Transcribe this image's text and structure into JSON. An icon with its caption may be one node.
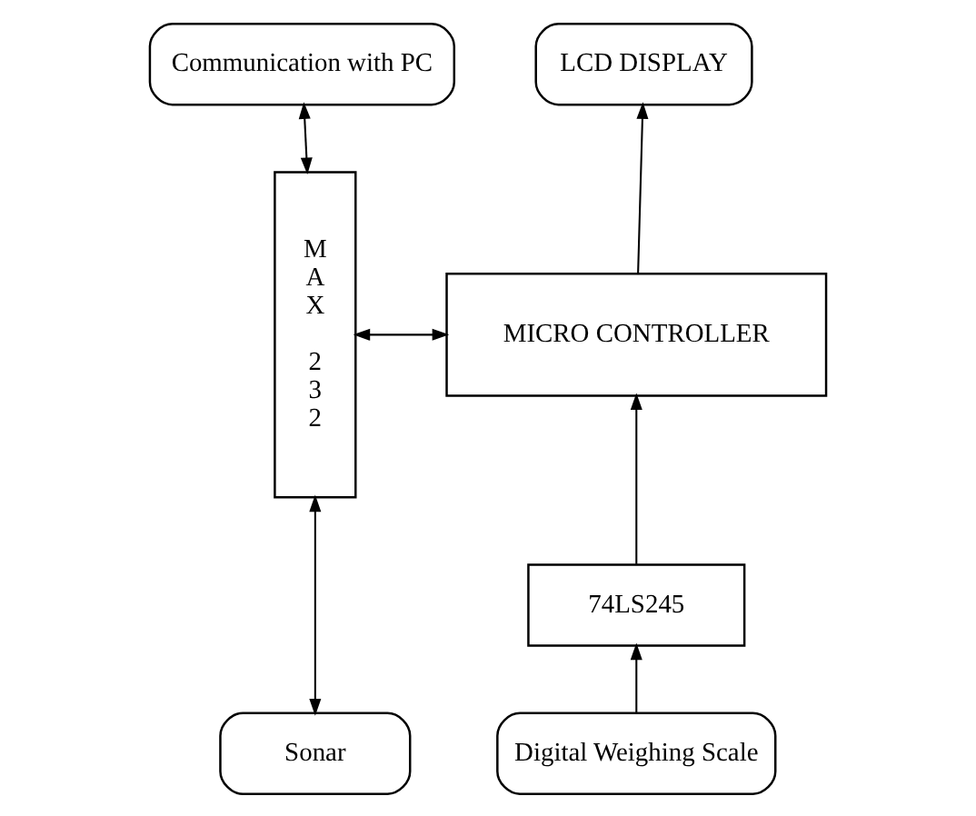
{
  "diagram": {
    "nodes": [
      {
        "text": [
          "Communication with PC"
        ]
      },
      {
        "text": [
          "LCD DISPLAY"
        ]
      },
      {
        "text": [
          "MAX 232"
        ]
      },
      {
        "text": [
          "MICRO CONTROLLER"
        ]
      },
      {
        "text": [
          "74LS245"
        ]
      },
      {
        "text": [
          "Sonar"
        ]
      },
      {
        "text": [
          "Digital Weighing Scale"
        ]
      }
    ],
    "edges": [
      {
        "from": 0,
        "to": 2,
        "arrow": "both"
      },
      {
        "from": 2,
        "to": 3,
        "arrow": "both"
      },
      {
        "from": 3,
        "to": 1,
        "arrow": "to"
      },
      {
        "from": 2,
        "to": 5,
        "arrow": "both"
      },
      {
        "from": 4,
        "to": 3,
        "arrow": "to"
      },
      {
        "from": 6,
        "to": 4,
        "arrow": "to"
      }
    ]
  }
}
